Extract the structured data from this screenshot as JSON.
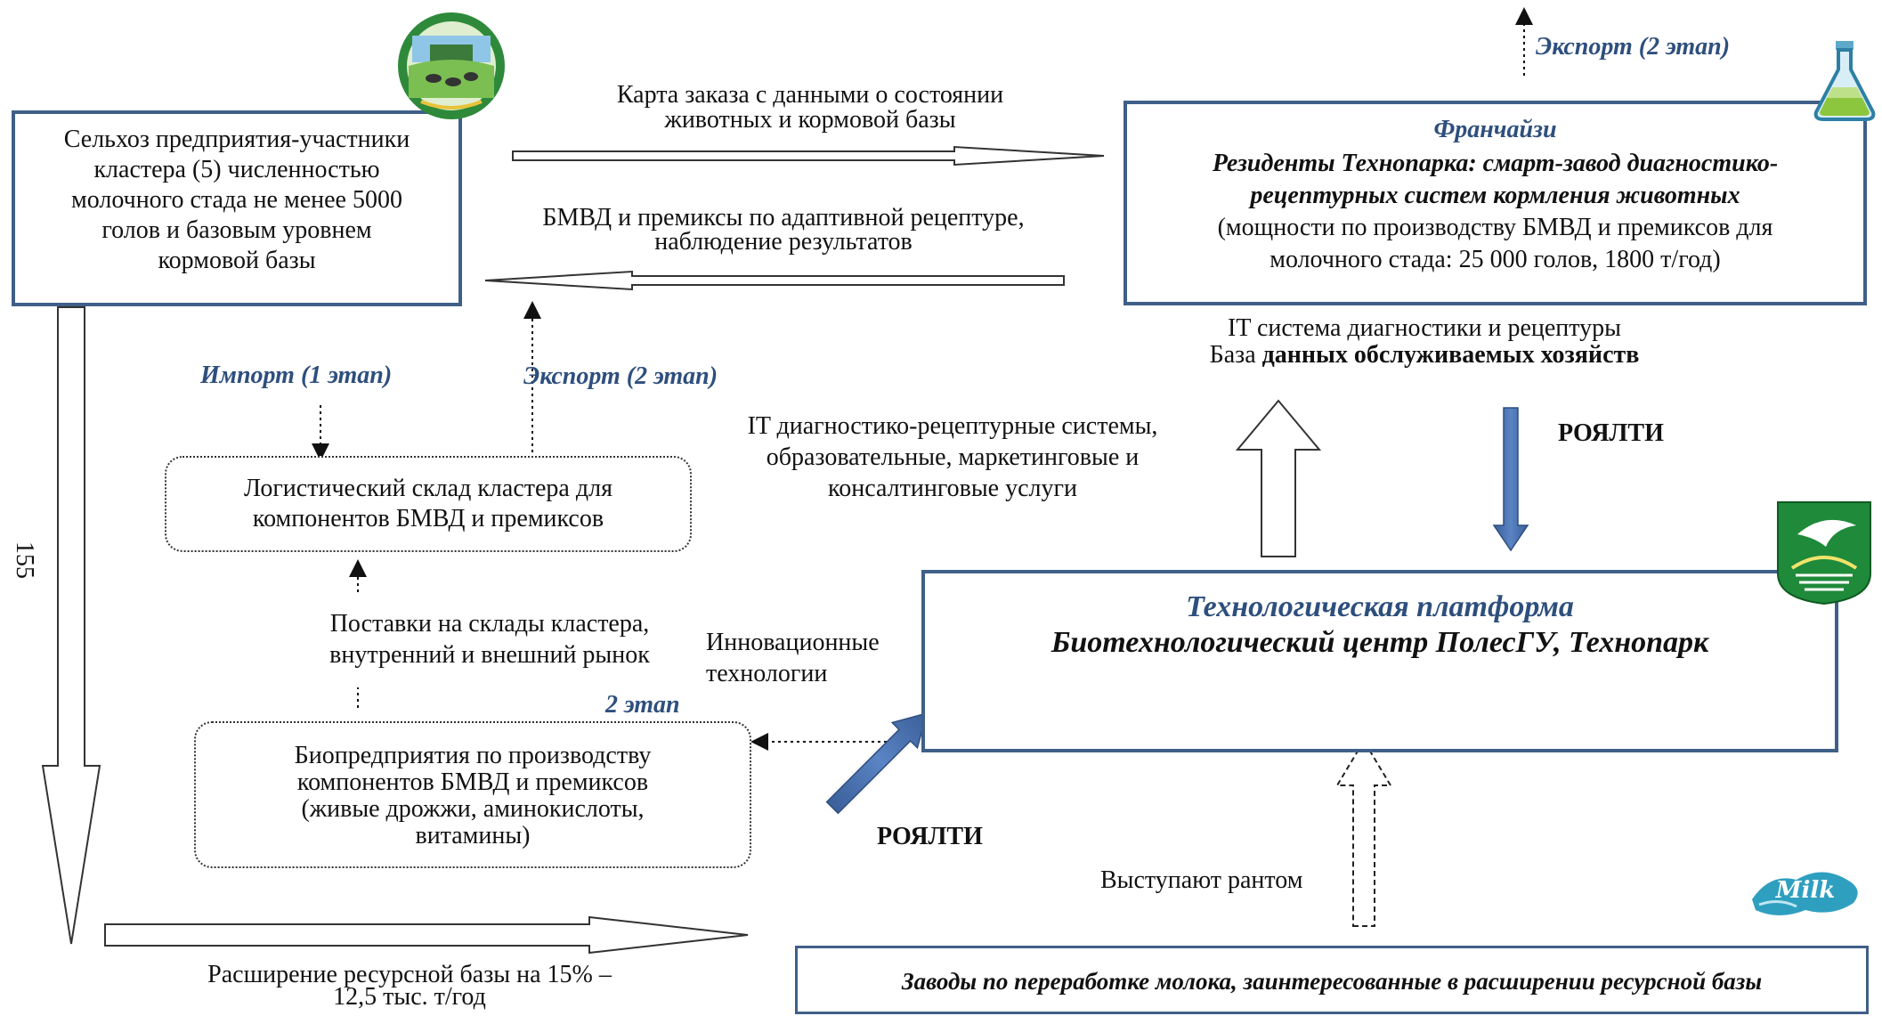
{
  "farms_box": {
    "lines": [
      "Сельхоз предприятия-участники",
      "кластера (5) численностью",
      "молочного стада не менее 5000",
      "голов и базовым уровнем",
      "кормовой базы"
    ]
  },
  "franchise_box": {
    "title": "Франчайзи",
    "line1": "Резиденты Технопарка: смарт-завод диагностико-",
    "line2": "рецептурных систем кормления животных",
    "line3": "(мощности по производству БМВД и премиксов для",
    "line4": "молочного стада: 25 000 голов, 1800 т/год)"
  },
  "order_map_text": [
    "Карта заказа с данными о состоянии",
    "животных и кормовой базы"
  ],
  "bmvd_text": [
    "БМВД и премиксы по адаптивной рецептуре,",
    "наблюдение результатов"
  ],
  "export_top": "Экспорт (2 этап)",
  "import_label": "Импорт (1 этап)",
  "export_mid": "Экспорт (2 этап)",
  "it_system": {
    "line1": "IT система диагностики и рецептуры",
    "line2_plain": "База ",
    "line2_bold": "данных обслуживаемых хозяйств"
  },
  "royalty_top": "РОЯЛТИ",
  "royalty_bottom": "РОЯЛТИ",
  "it_services": [
    "IT диагностико-рецептурные системы,",
    "образовательные, маркетинговые и",
    "консалтинговые услуги"
  ],
  "warehouse_box": [
    "Логистический склад кластера для",
    "компонентов БМВД и премиксов"
  ],
  "page_number": "155",
  "supplies_text": [
    "Поставки на склады кластера,",
    "внутренний и внешний рынок"
  ],
  "innov_text": [
    "Инновационные",
    "технологии"
  ],
  "stage2_label": "2 этап",
  "platform_box": {
    "title": "Технологическая платформа",
    "subtitle": "Биотехнологический центр ПолесГУ, Технопарк"
  },
  "bio_box": [
    "Биопредприятия по производству",
    "компонентов БМВД и премиксов",
    "(живые дрожжи, аминокислоты,",
    "витамины)"
  ],
  "rent_text": "Выступают рантом",
  "expansion_text": [
    "Расширение ресурсной базы на 15% –",
    "12,5 тыс. т/год"
  ],
  "plants_box": "Заводы по переработке молока, заинтересованные в расширении ресурсной базы",
  "logo_milk_text": "Milk",
  "colors": {
    "box_border": "#3f5f88",
    "label_blue": "#2e4f7d",
    "royalty_arrow": "#4a72b0"
  }
}
